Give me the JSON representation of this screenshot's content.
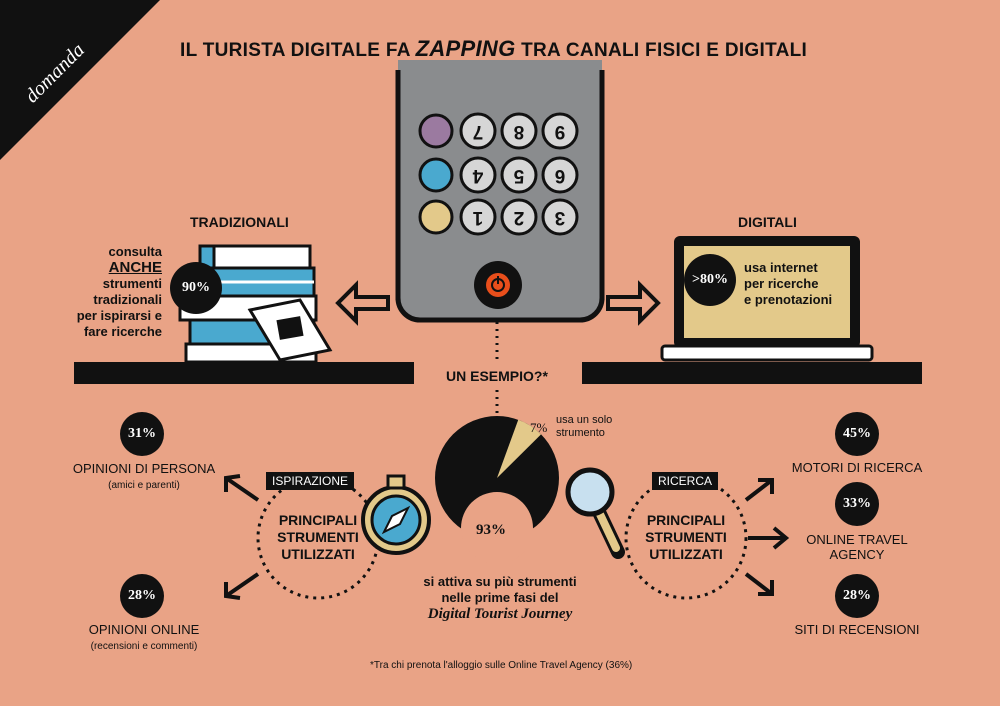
{
  "corner_tag": "domanda",
  "title": {
    "pre": "IL TURISTA DIGITALE FA ",
    "highlight": "ZAPPING",
    "post": " TRA CANALI FISICI E DIGITALI"
  },
  "remote": {
    "keys": [
      "7",
      "8",
      "9",
      "4",
      "5",
      "6",
      "1",
      "2",
      "3"
    ]
  },
  "traditional": {
    "heading": "TRADIZIONALI",
    "percent": "90%",
    "text_line1": "consulta",
    "text_line2": "ANCHE",
    "text_line3": "strumenti",
    "text_line4": "tradizionali",
    "text_line5": "per ispirarsi e",
    "text_line6": "fare ricerche"
  },
  "digital": {
    "heading": "DIGITALI",
    "percent": ">80%",
    "text_line1": "usa internet",
    "text_line2": "per ricerche",
    "text_line3": "e prenotazioni"
  },
  "example": {
    "label": "UN ESEMPIO?*",
    "single_percent": "7%",
    "single_label_line1": "usa un solo",
    "single_label_line2": "strumento",
    "multi_percent": "93%",
    "multi_line1": "si attiva su più strumenti",
    "multi_line2": "nelle prime fasi del",
    "journey": "Digital Tourist Journey"
  },
  "inspiration": {
    "tag": "ISPIRAZIONE",
    "circle_line1": "PRINCIPALI",
    "circle_line2": "STRUMENTI",
    "circle_line3": "UTILIZZATI",
    "item1_percent": "31%",
    "item1_label": "OPINIONI DI PERSONA",
    "item1_sub": "(amici e parenti)",
    "item2_percent": "28%",
    "item2_label": "OPINIONI ONLINE",
    "item2_sub": "(recensioni e commenti)"
  },
  "research": {
    "tag": "RICERCA",
    "circle_line1": "PRINCIPALI",
    "circle_line2": "STRUMENTI",
    "circle_line3": "UTILIZZATI",
    "item1_percent": "45%",
    "item1_label": "MOTORI DI RICERCA",
    "item2_percent": "33%",
    "item2_label_line1": "ONLINE TRAVEL",
    "item2_label_line2": "AGENCY",
    "item3_percent": "28%",
    "item3_label": "SITI DI RECENSIONI"
  },
  "footnote": "*Tra chi prenota l'alloggio sulle Online Travel Agency (36%)",
  "colors": {
    "background": "#e9a386",
    "dark": "#111111",
    "remote": "#8a8c8e",
    "screen": "#e3c98a",
    "accent": "#e84e1b",
    "blue": "#4aa9cf",
    "purple": "#9b7aa0",
    "yellow": "#e3c98a"
  }
}
